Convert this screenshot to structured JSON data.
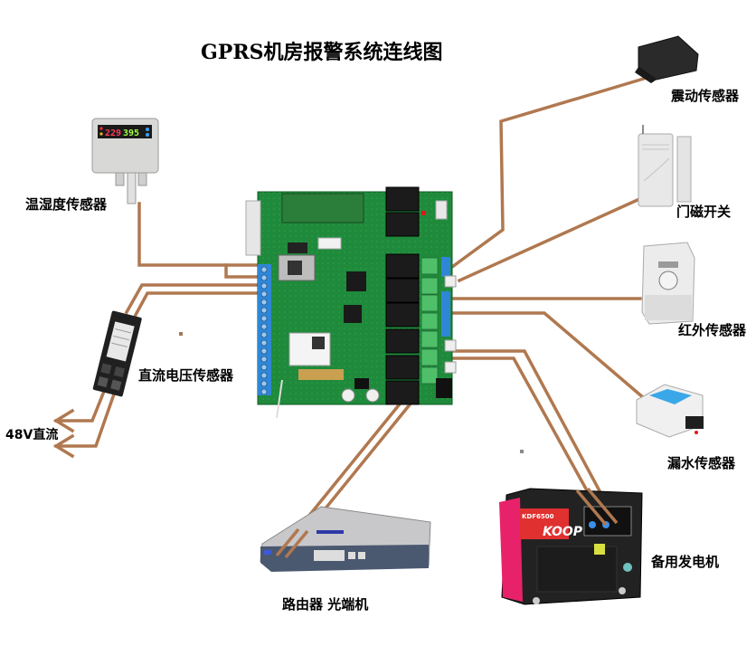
{
  "title": "GPRS机房报警系统连线图",
  "colors": {
    "wire": "#b07850",
    "pcb_green": "#1e8a3a",
    "terminal_blue": "#2f86d6",
    "terminal_green": "#4fbf6a",
    "relay_black": "#1b1b1b"
  },
  "devices": {
    "temp_humidity": {
      "label": "温湿度传感器",
      "display_left": "229",
      "display_right": "395"
    },
    "dc_voltage": {
      "label": "直流电压传感器"
    },
    "dc48": {
      "label": "48V直流"
    },
    "vibration": {
      "label": "震动传感器"
    },
    "door_magnet": {
      "label": "门磁开关"
    },
    "infrared": {
      "label": "红外传感器"
    },
    "water_leak": {
      "label": "漏水传感器"
    },
    "generator": {
      "label": "备用发电机",
      "brand": "KOOP",
      "model": "KDF6500"
    },
    "router": {
      "label": "路由器 光端机"
    }
  }
}
